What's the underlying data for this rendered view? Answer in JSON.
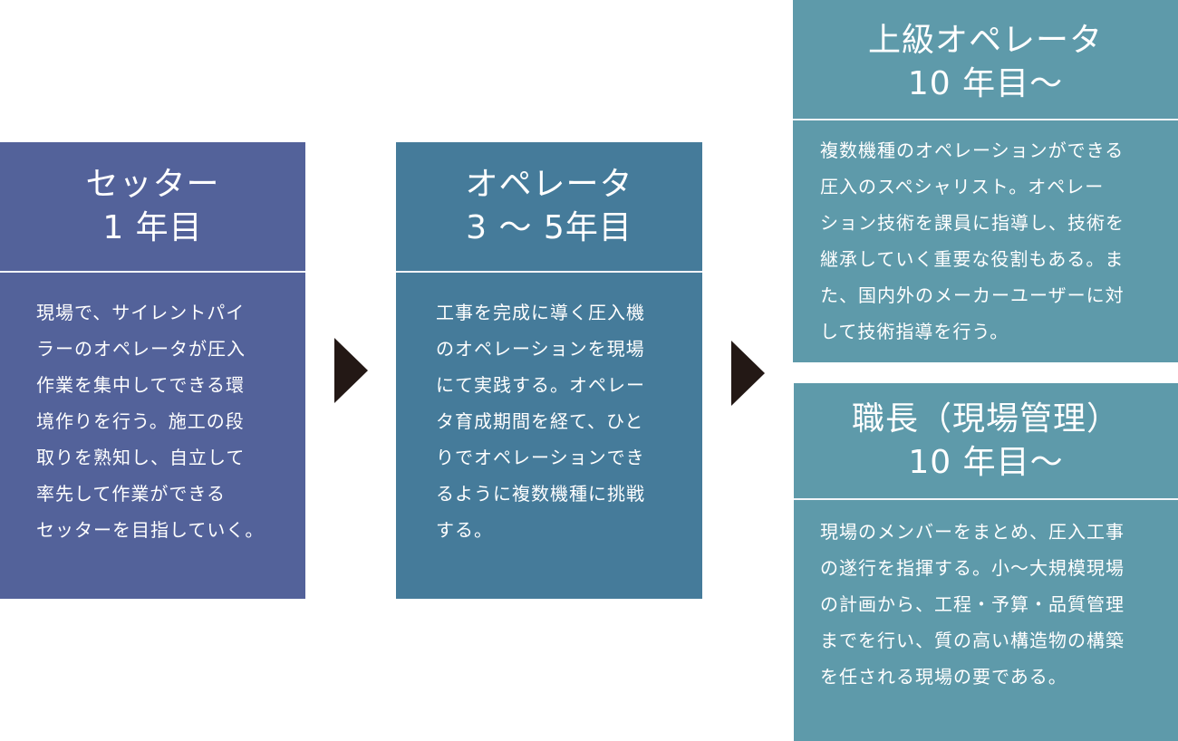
{
  "colors": {
    "setter_bg": "#53629a",
    "operator_bg": "#457b9a",
    "senior_bg": "#5e9aaa",
    "chief_bg": "#5e9aaa",
    "arrow": "#231815",
    "text": "#ffffff"
  },
  "arrows": [
    {
      "icon": "triangle-right-icon"
    },
    {
      "icon": "triangle-right-icon"
    }
  ],
  "cards": {
    "setter": {
      "title": [
        "セッター",
        "1 年目"
      ],
      "description": [
        "現場で、サイレントパイ",
        "ラーのオペレータが圧入",
        "作業を集中してできる環",
        "境作りを行う。施工の段",
        "取りを熟知し、自立して",
        "率先して作業ができる",
        "セッターを目指していく。"
      ]
    },
    "operator": {
      "title": [
        "オペレータ",
        "3 〜 5年目"
      ],
      "description": [
        "工事を完成に導く圧入機",
        "のオペレーションを現場",
        "にて実践する。オペレー",
        "タ育成期間を経て、ひと",
        "りでオペレーションでき",
        "るように複数機種に挑戦",
        "する。"
      ]
    },
    "senior": {
      "title": [
        "上級オペレータ",
        "10 年目〜"
      ],
      "description": [
        "複数機種のオペレーションができる",
        "圧入のスペシャリスト。オペレー",
        "ション技術を課員に指導し、技術を",
        "継承していく重要な役割もある。ま",
        "た、国内外のメーカーユーザーに対",
        "して技術指導を行う。"
      ]
    },
    "chief": {
      "title": [
        "職長（現場管理）",
        "10 年目〜"
      ],
      "description": [
        "現場のメンバーをまとめ、圧入工事",
        "の遂行を指揮する。小〜大規模現場",
        "の計画から、工程・予算・品質管理",
        "までを行い、質の高い構造物の構築",
        "を任される現場の要である。"
      ]
    }
  }
}
